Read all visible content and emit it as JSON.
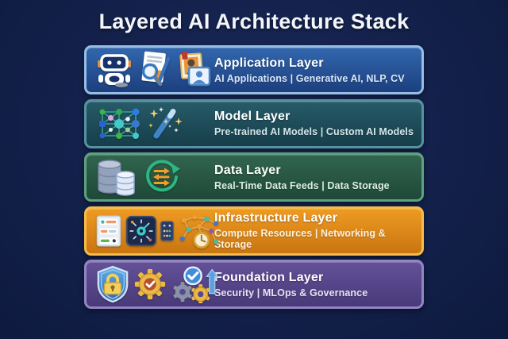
{
  "title": "Layered AI Architecture Stack",
  "background_color": "#13204a",
  "layers": [
    {
      "name": "Application Layer",
      "subtitle": "AI Applications | Generative AI, NLP, CV",
      "icons": [
        "robot-icon",
        "document-search-icon",
        "photo-id-icon"
      ],
      "colors": {
        "top": "#3267ae",
        "bottom": "#1c3f7e",
        "border": "#95bde5",
        "subtitle_text": "#d8e7f8"
      }
    },
    {
      "name": "Model Layer",
      "subtitle": "Pre-trained AI Models | Custom AI Models",
      "icons": [
        "neural-network-icon",
        "magic-wand-icon"
      ],
      "colors": {
        "top": "#275b69",
        "bottom": "#163e4a",
        "border": "#56929f",
        "subtitle_text": "#d4e6ea"
      }
    },
    {
      "name": "Data Layer",
      "subtitle": "Real-Time Data Feeds | Data Storage",
      "icons": [
        "database-icon",
        "sync-data-icon"
      ],
      "colors": {
        "top": "#31654f",
        "bottom": "#1f4938",
        "border": "#5fa17e",
        "subtitle_text": "#daeee3"
      }
    },
    {
      "name": "Infrastructure Layer",
      "subtitle": "Compute Resources | Networking & Storage",
      "icons": [
        "server-rack-icon",
        "gauge-icon",
        "dot-matrix-icon",
        "network-clock-icon"
      ],
      "colors": {
        "top": "#ee9b23",
        "bottom": "#c97511",
        "border": "#f6bc49",
        "subtitle_text": "#fdf3de"
      }
    },
    {
      "name": "Foundation Layer",
      "subtitle": "Security | MLOps & Governance",
      "icons": [
        "shield-lock-icon",
        "gear-check-icon",
        "gears-badge-arrow-icon"
      ],
      "colors": {
        "top": "#645199",
        "bottom": "#483a78",
        "border": "#9384c3",
        "subtitle_text": "#e8e3f6"
      }
    }
  ]
}
